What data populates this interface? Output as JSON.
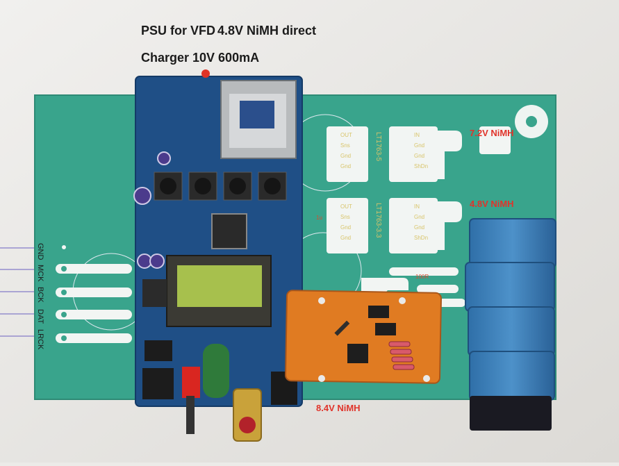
{
  "titles": {
    "psu": "PSU for VFD",
    "nimh": "4.8V NiMH direct",
    "charger": "Charger 10V 600mA"
  },
  "regulators": {
    "top": {
      "label": "7.2V NiMH",
      "chip": "LT1763-5"
    },
    "mid": {
      "label": "4.8V NiMH",
      "chip": "LT1763-3.3"
    },
    "bottom": {
      "label": "8.4V NiMH"
    }
  },
  "pins": {
    "out": "OUT",
    "sense": "Sns",
    "gnd": "Gnd",
    "in": "IN",
    "shdn": "ShDn",
    "cap": "1u"
  },
  "resistor": "100R",
  "signals": [
    "GND",
    "MCK",
    "BCK",
    "DAT",
    "LRCK"
  ],
  "colors": {
    "pcb_green": "#39a48c",
    "board_blue": "#1f4f86",
    "adapter_orange": "#e07b22",
    "capacitor_blue": "#3c7fb8",
    "label_red": "#e0342b"
  }
}
